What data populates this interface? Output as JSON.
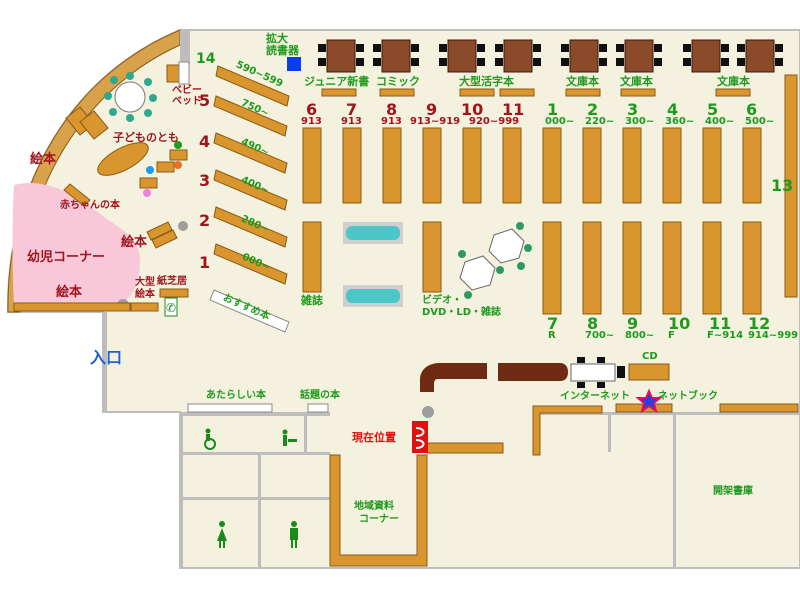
{
  "colors": {
    "floor": "#f4f2de",
    "wall": "#c9c9c9",
    "shelf": "#d9962f",
    "kids_area": "#f8c8d8",
    "green_label": "#1f9a1f",
    "red_label": "#a0141e",
    "entrance": "#2060d0"
  },
  "labels": {
    "kakudai": "拡大",
    "dokushoki": "読書器",
    "junior": "ジュニア新書",
    "comic": "コミック",
    "large_print": "大型活字本",
    "bunko1": "文庫本",
    "bunko2": "文庫本",
    "bunko3": "文庫本",
    "baby_bed_1": "ベビー",
    "baby_bed_2": "ベッド",
    "kodomo_tomo": "子どものとも",
    "ehon1": "絵本",
    "ehon2": "絵本",
    "ehon3": "絵本",
    "akachan": "赤ちゃんの本",
    "youji": "幼児コーナー",
    "ogata_ehon_1": "大型",
    "ogata_ehon_2": "絵本",
    "kamishibai": "紙芝居",
    "osusume": "おすすめ本",
    "zasshi": "雑誌",
    "video_1": "ビデオ・",
    "video_2": "DVD・LD・雑誌",
    "entrance": "入口",
    "atarashii": "あたらしい本",
    "wadai": "話題の本",
    "genzai": "現在位置",
    "internet": "インターネット",
    "netbook": "ネットブック",
    "cd": "CD",
    "kaika": "開架書庫",
    "chiiki_1": "地域資料",
    "chiiki_2": "コーナー"
  },
  "left_shelves": [
    {
      "num": "14",
      "range": "590~599"
    },
    {
      "num": "5",
      "range": "750~"
    },
    {
      "num": "4",
      "range": "490~"
    },
    {
      "num": "3",
      "range": "400~"
    },
    {
      "num": "2",
      "range": "280~"
    },
    {
      "num": "1",
      "range": "000~"
    }
  ],
  "top_red": [
    {
      "num": "6",
      "code": "913"
    },
    {
      "num": "7",
      "code": "913"
    },
    {
      "num": "8",
      "code": "913"
    },
    {
      "num": "9",
      "code": "913~919"
    },
    {
      "num": "10",
      "code": "920~999"
    },
    {
      "num": "11",
      "code": ""
    }
  ],
  "top_green": [
    {
      "num": "1",
      "code": "000~"
    },
    {
      "num": "2",
      "code": "220~"
    },
    {
      "num": "3",
      "code": "300~"
    },
    {
      "num": "4",
      "code": "360~"
    },
    {
      "num": "5",
      "code": "400~"
    },
    {
      "num": "6",
      "code": "500~"
    }
  ],
  "bottom_green": [
    {
      "num": "7",
      "code": "R"
    },
    {
      "num": "8",
      "code": "700~"
    },
    {
      "num": "9",
      "code": "800~"
    },
    {
      "num": "10",
      "code": "F"
    },
    {
      "num": "11",
      "code": "F~914"
    },
    {
      "num": "12",
      "code": "914~999"
    }
  ],
  "right_shelf_num": "13"
}
